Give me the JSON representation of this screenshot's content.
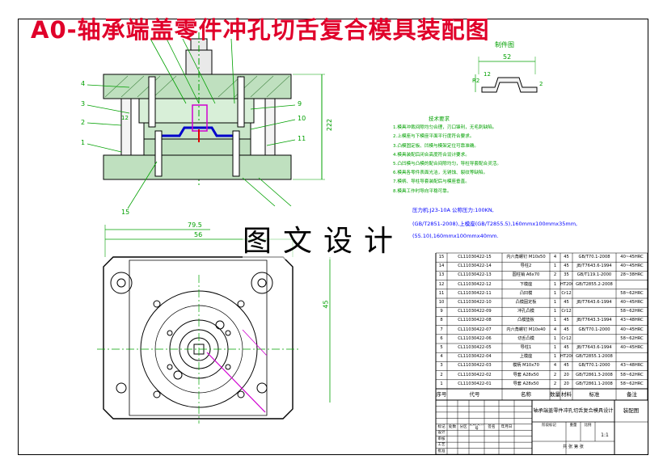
{
  "title": "A0-轴承端盖零件冲孔切舌复合模具装配图",
  "watermark": "图文设计",
  "part_sketch": {
    "label": "制件图",
    "dim_top": "52",
    "dim_left": "R2",
    "dim_mid": "12",
    "dim_side": "2"
  },
  "front_view": {
    "dim_height": "222",
    "callouts_left": [
      "4",
      "3",
      "2",
      "1"
    ],
    "callouts_right": [
      "9",
      "10",
      "11"
    ],
    "callout_bottom": "15",
    "callout_left_mid": "12"
  },
  "top_view": {
    "dim_width_outer": "79.5",
    "dim_width_inner": "56",
    "dim_height": "45"
  },
  "tech_notes": {
    "heading": "技术要求",
    "lines": [
      "1.模具冲裁间隙均匀合理，刃口锋利，无毛刺缺陷。",
      "2.上模座与下模座平面平行度符合要求。",
      "3.凸模固定板、凹模与模架定位可靠准确。",
      "4.模具装配后闭合高度符合设计要求。",
      "5.凸凹模与凸模的配合间隙均匀，导柱导套配合灵活。",
      "6.模具各零件表面光洁，无锈蚀、裂纹等缺陷。",
      "7.模柄、导柱导套装配后与模座垂直。",
      "8.模具工作时导向平稳可靠。"
    ],
    "spec1": "压力机:J23-10A 公称压力:100KN,",
    "spec2": "(GB/T2851-2008),上模座(GB/T2855.5),160mmx100mmx35mm,",
    "spec3": "(55.10),160mmx100mmx40mm."
  },
  "bom": {
    "rows": [
      {
        "no": "15",
        "code": "CL11030422-15",
        "name": "内六角螺钉 M10x50",
        "qty": "4",
        "mat": "45",
        "std": "GB/T70.1-2008",
        "note": "40~45HRC"
      },
      {
        "no": "14",
        "code": "CL11030422-14",
        "name": "导柱2",
        "qty": "1",
        "mat": "45",
        "std": "JB/T7643.6-1994",
        "note": "40~45HRC"
      },
      {
        "no": "13",
        "code": "CL11030422-13",
        "name": "圆柱销 A6x70",
        "qty": "2",
        "mat": "35",
        "std": "GB/T119.1-2000",
        "note": "28~38HRC"
      },
      {
        "no": "12",
        "code": "CL11030422-12",
        "name": "下模座",
        "qty": "1",
        "mat": "HT200",
        "std": "GB/T2855.2-2008",
        "note": ""
      },
      {
        "no": "11",
        "code": "CL11030422-11",
        "name": "凸凹模",
        "qty": "1",
        "mat": "Cr12",
        "std": "",
        "note": "58~62HRC"
      },
      {
        "no": "10",
        "code": "CL11030422-10",
        "name": "凸模固定板",
        "qty": "1",
        "mat": "45",
        "std": "JB/T7643.6-1994",
        "note": "40~45HRC"
      },
      {
        "no": "9",
        "code": "CL11030422-09",
        "name": "冲孔凸模",
        "qty": "1",
        "mat": "Cr12",
        "std": "",
        "note": "58~62HRC"
      },
      {
        "no": "8",
        "code": "CL11030422-08",
        "name": "凸模垫板",
        "qty": "1",
        "mat": "45",
        "std": "JB/T7643.3-1994",
        "note": "43~48HRC"
      },
      {
        "no": "7",
        "code": "CL11030422-07",
        "name": "内六角螺钉 M10x40",
        "qty": "4",
        "mat": "45",
        "std": "GB/T70.1-2000",
        "note": "40~45HRC"
      },
      {
        "no": "6",
        "code": "CL11030422-06",
        "name": "切舌凸模",
        "qty": "1",
        "mat": "Cr12",
        "std": "",
        "note": "58~62HRC"
      },
      {
        "no": "5",
        "code": "CL11030422-05",
        "name": "导柱1",
        "qty": "1",
        "mat": "45",
        "std": "JB/T7643.6-1994",
        "note": "40~45HRC"
      },
      {
        "no": "4",
        "code": "CL11030422-04",
        "name": "上模座",
        "qty": "1",
        "mat": "HT200",
        "std": "GB/T2855.1-2008",
        "note": ""
      },
      {
        "no": "3",
        "code": "CL11030422-03",
        "name": "模柄 M10x70",
        "qty": "4",
        "mat": "45",
        "std": "GB/T70.1-2000",
        "note": "43~48HRC"
      },
      {
        "no": "2",
        "code": "CL11030422-02",
        "name": "导套 A28x50",
        "qty": "2",
        "mat": "20",
        "std": "GB/T2861.3-2008",
        "note": "58~62HRC"
      },
      {
        "no": "1",
        "code": "CL11030422-01",
        "name": "导套 A28x50",
        "qty": "2",
        "mat": "20",
        "std": "GB/T2861.1-2008",
        "note": "58~62HRC"
      }
    ],
    "header": {
      "no": "序号",
      "code": "代号",
      "name": "名称",
      "qty": "数量",
      "mat": "材料",
      "std": "标准",
      "note": "备注"
    }
  },
  "title_block": {
    "design_name": "轴承端盖零件冲孔切舌复合模具设计",
    "drawing_type": "装配图",
    "scale": "1:1",
    "row_labels": [
      "标记",
      "处数",
      "分区",
      "更改文件号",
      "签名",
      "年月日"
    ],
    "stage_label": "阶段标记",
    "weight_label": "重量",
    "ratio_label": "比例",
    "sheet_label": "共 张 第 张",
    "left_labels": [
      "设计",
      "审核",
      "工艺",
      "批准"
    ]
  }
}
